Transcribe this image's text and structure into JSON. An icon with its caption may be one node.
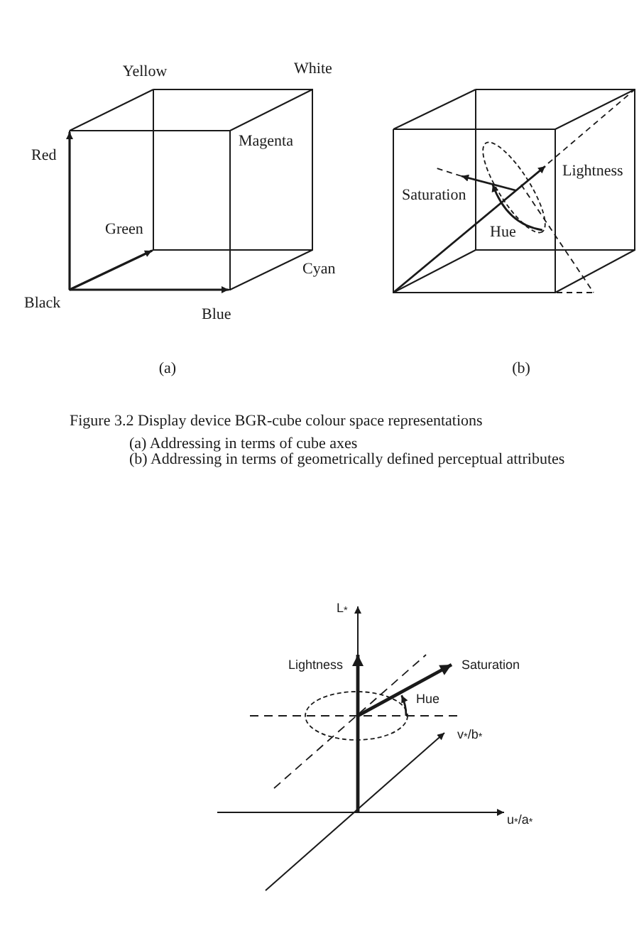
{
  "diagram": {
    "caption": "Figure 3.2 Display device BGR-cube colour space representations",
    "labels": [
      "Yellow",
      "White",
      "Red",
      "Magenta",
      "Green",
      "Cyan",
      "Black",
      "Blue",
      "Lightness",
      "Saturation",
      "Hue",
      "(a)",
      "(b)",
      "(a) Addressing in terms of cube axes",
      "(b) Addressing in terms of geometrically defined perceptual attributes",
      "L$_{*}$",
      "Lightness",
      "Saturation",
      "Hue",
      "v$_{*}$/b$_{*}$",
      "u$_{*}$/a$_{*}$"
    ]
  }
}
